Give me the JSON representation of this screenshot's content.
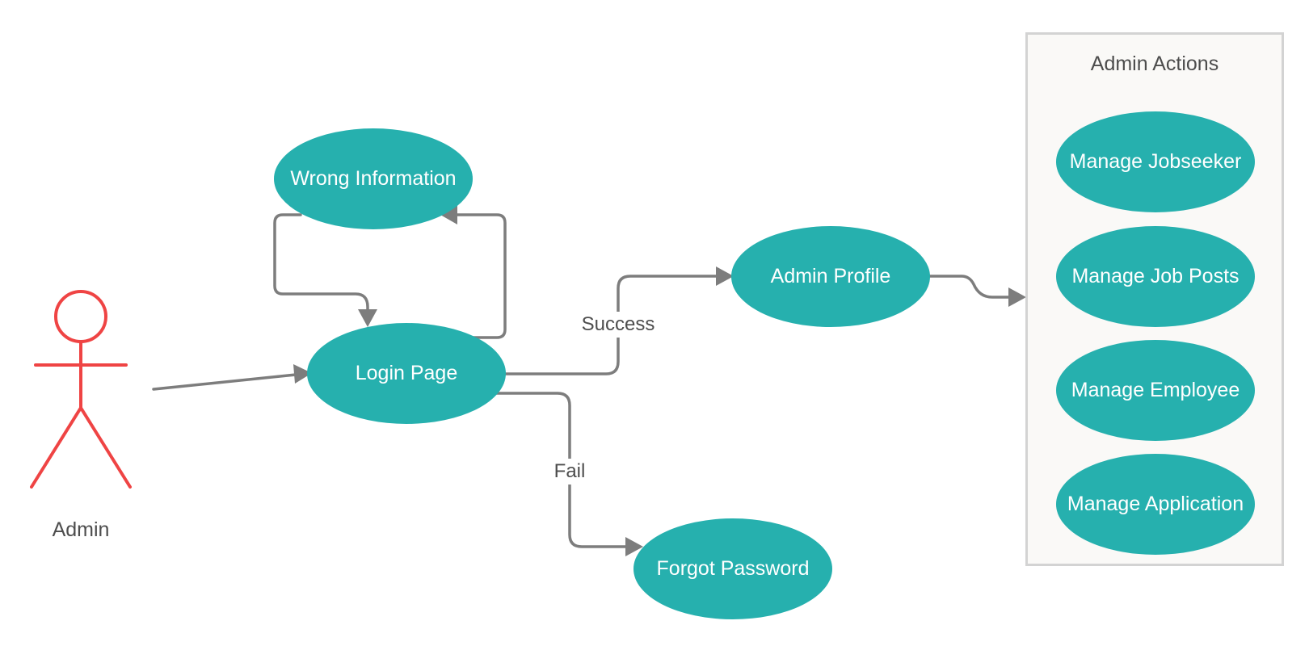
{
  "actor": {
    "label": "Admin",
    "color": "#ef4444"
  },
  "system_boundary": {
    "title": "Admin Actions"
  },
  "use_cases": {
    "wrong_information": "Wrong Information",
    "login_page": "Login Page",
    "admin_profile": "Admin Profile",
    "forgot_password": "Forgot Password",
    "manage_jobseeker": "Manage Jobseeker",
    "manage_job_posts": "Manage Job Posts",
    "manage_employee": "Manage Employee",
    "manage_application": "Manage Application"
  },
  "edge_labels": {
    "success": "Success",
    "fail": "Fail"
  },
  "colors": {
    "node_fill": "#26b0ae",
    "node_text": "#ffffff",
    "edge": "#7d7d7d",
    "boundary_fill": "#faf9f7",
    "boundary_border": "#d3d3d3"
  }
}
